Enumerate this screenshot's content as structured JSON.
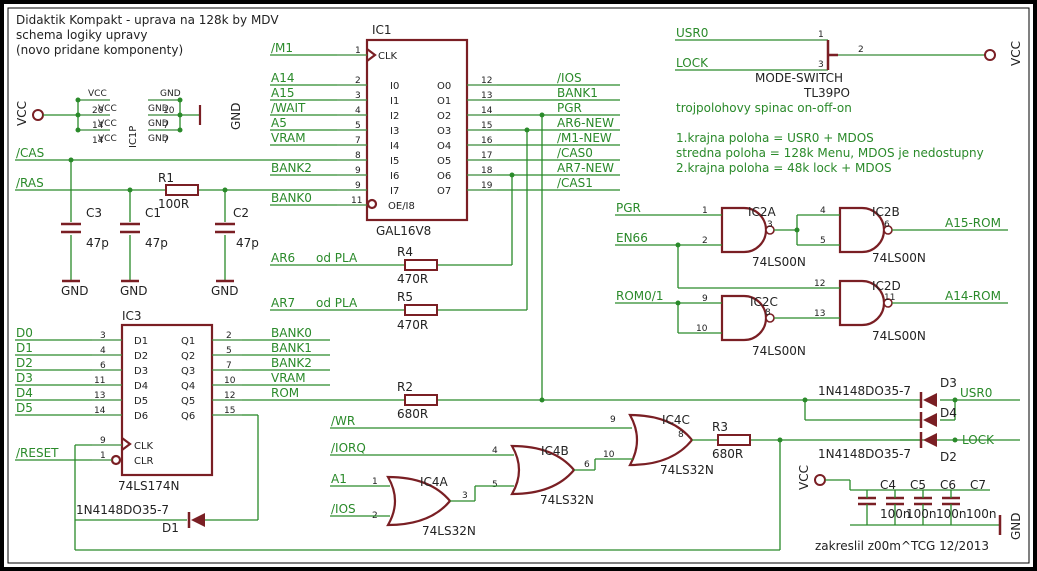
{
  "header": {
    "title": "Didaktik Kompakt - uprava na 128k by MDV",
    "subtitle": "schema logiky upravy",
    "note": "(novo pridane komponenty)"
  },
  "power": {
    "vcc": "VCC",
    "gnd": "GND",
    "block_vcc": "VCC",
    "block_gnd": "GND",
    "pin20": "20",
    "pin14": "14",
    "pin10": "10",
    "pin7": "7",
    "ic_ref": "IC1P"
  },
  "nets": {
    "m1": "/M1",
    "a14": "A14",
    "a15": "A15",
    "wait": "/WAIT",
    "a5": "A5",
    "vram": "VRAM",
    "bank0": "BANK0",
    "bank1": "BANK1",
    "bank2": "BANK2",
    "cas": "/CAS",
    "ras": "/RAS",
    "ios": "/IOS",
    "pgr": "PGR",
    "ar6_new": "AR6-NEW",
    "m1_new": "/M1-NEW",
    "cas0": "/CAS0",
    "ar7_new": "AR7-NEW",
    "cas1": "/CAS1",
    "ar6": "AR6",
    "ar7": "AR7",
    "od_pla": "od PLA",
    "d0": "D0",
    "d1": "D1",
    "d2": "D2",
    "d3": "D3",
    "d4": "D4",
    "d5": "D5",
    "reset": "/RESET",
    "rom": "ROM",
    "wr": "/WR",
    "iorq": "/IORQ",
    "a1": "A1",
    "usr0": "USR0",
    "lock": "LOCK",
    "en66": "EN66",
    "rom0_1": "ROM0/1",
    "a15_rom": "A15-ROM",
    "a14_rom": "A14-ROM"
  },
  "ic1": {
    "ref": "IC1",
    "part": "GAL16V8",
    "in_labels": [
      "CLK",
      "I0",
      "I1",
      "I2",
      "I3",
      "I4",
      "I5",
      "I6",
      "I7",
      "OE/I8"
    ],
    "out_labels": [
      "O0",
      "O1",
      "O2",
      "O3",
      "O4",
      "O5",
      "O6",
      "O7"
    ],
    "in_pins": [
      "1",
      "2",
      "3",
      "4",
      "5",
      "7",
      "8",
      "9",
      "9",
      "11"
    ],
    "out_pins": [
      "12",
      "13",
      "14",
      "15",
      "16",
      "17",
      "18",
      "19"
    ]
  },
  "ic3": {
    "ref": "IC3",
    "part": "74LS174N",
    "in_labels": [
      "D1",
      "D2",
      "D3",
      "D4",
      "D5",
      "D6",
      "CLK",
      "CLR"
    ],
    "out_labels": [
      "Q1",
      "Q2",
      "Q3",
      "Q4",
      "Q5",
      "Q6"
    ],
    "in_pins": [
      "3",
      "4",
      "6",
      "11",
      "13",
      "14",
      "9",
      "1"
    ],
    "out_pins": [
      "2",
      "5",
      "7",
      "10",
      "12",
      "15"
    ]
  },
  "ic4": {
    "a": {
      "ref": "IC4A",
      "part": "74LS32N",
      "pins": [
        "1",
        "2",
        "3"
      ]
    },
    "b": {
      "ref": "IC4B",
      "part": "74LS32N",
      "pins": [
        "4",
        "5",
        "6"
      ]
    },
    "c": {
      "ref": "IC4C",
      "part": "74LS32N",
      "pins": [
        "9",
        "10",
        "8"
      ]
    }
  },
  "ic2": {
    "a": {
      "ref": "IC2A",
      "part": "74LS00N",
      "pins": [
        "1",
        "2",
        "3"
      ]
    },
    "b": {
      "ref": "IC2B",
      "part": "74LS00N",
      "pins": [
        "4",
        "5",
        "6"
      ]
    },
    "c": {
      "ref": "IC2C",
      "part": "74LS00N",
      "pins": [
        "9",
        "10",
        "8"
      ]
    },
    "d": {
      "ref": "IC2D",
      "part": "74LS00N",
      "pins": [
        "12",
        "13",
        "11"
      ]
    }
  },
  "r1": {
    "ref": "R1",
    "value": "100R"
  },
  "r2": {
    "ref": "R2",
    "value": "680R"
  },
  "r3": {
    "ref": "R3",
    "value": "680R"
  },
  "r4": {
    "ref": "R4",
    "value": "470R"
  },
  "r5": {
    "ref": "R5",
    "value": "470R"
  },
  "caps": {
    "c1": {
      "ref": "C1",
      "value": "47p"
    },
    "c2": {
      "ref": "C2",
      "value": "47p"
    },
    "c3": {
      "ref": "C3",
      "value": "47p"
    },
    "c4": {
      "ref": "C4",
      "value": "100n"
    },
    "c5": {
      "ref": "C5",
      "value": "100n"
    },
    "c6": {
      "ref": "C6",
      "value": "100n"
    },
    "c7": {
      "ref": "C7",
      "value": "100n"
    }
  },
  "diodes": {
    "d1": {
      "ref": "D1",
      "part": "1N4148DO35-7"
    },
    "d2": {
      "ref": "D2",
      "part": "1N4148DO35-7"
    },
    "d3": {
      "ref": "D3",
      "part": "1N4148DO35-7"
    },
    "d4": {
      "ref": "D4"
    }
  },
  "switch": {
    "name": "MODE-SWITCH",
    "part": "TL39PO",
    "pins": [
      "1",
      "2",
      "3"
    ],
    "desc": "trojpolohovy spinac on-off-on",
    "pos1": "1.krajna poloha = USR0 + MDOS",
    "pos2": "stredna poloha = 128k Menu, MDOS je nedostupny",
    "pos3": "2.krajna poloha = 48k lock + MDOS"
  },
  "footer": {
    "credit": "zakreslil z00m^TCG 12/2013"
  }
}
